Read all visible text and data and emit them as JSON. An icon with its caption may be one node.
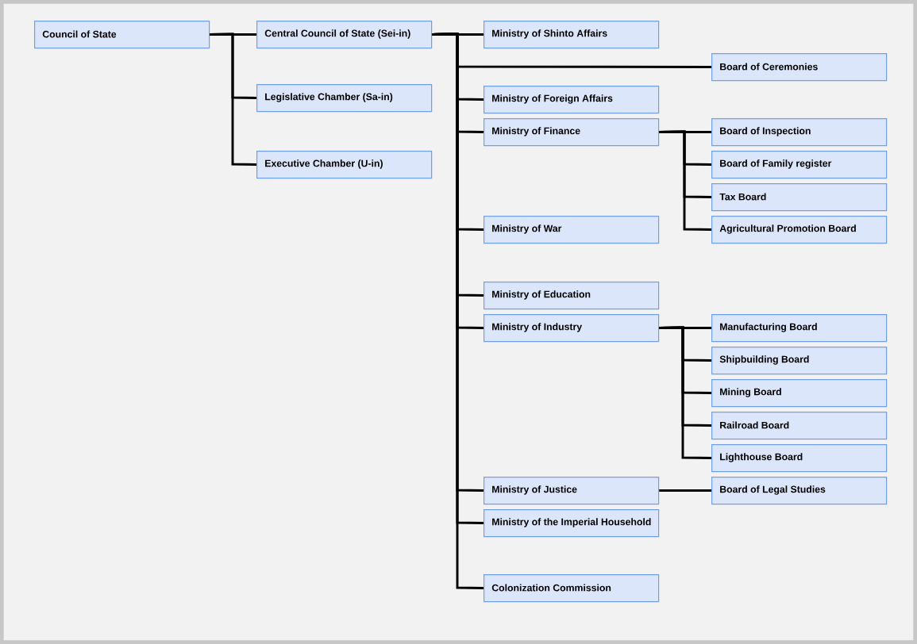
{
  "diagram": {
    "nodes": [
      {
        "text": [
          "Council of State"
        ]
      },
      {
        "text": [
          "Central Council of State (Sei-in)"
        ]
      },
      {
        "text": [
          "Legislative Chamber (Sa-in)"
        ]
      },
      {
        "text": [
          "Executive Chamber (U-in)"
        ]
      },
      {
        "text": [
          "Ministry of Shinto Affairs"
        ]
      },
      {
        "text": [
          "Board of Ceremonies"
        ]
      },
      {
        "text": [
          "Ministry of Foreign Affairs"
        ]
      },
      {
        "text": [
          "Ministry of Finance"
        ]
      },
      {
        "text": [
          "Board of Inspection"
        ]
      },
      {
        "text": [
          "Board of Family register"
        ]
      },
      {
        "text": [
          "Tax Board"
        ]
      },
      {
        "text": [
          "Agricultural Promotion Board"
        ]
      },
      {
        "text": [
          "Ministry of War"
        ]
      },
      {
        "text": [
          "Ministry of Education"
        ]
      },
      {
        "text": [
          "Ministry of Industry"
        ]
      },
      {
        "text": [
          "Manufacturing Board"
        ]
      },
      {
        "text": [
          "Shipbuilding Board"
        ]
      },
      {
        "text": [
          "Mining Board"
        ]
      },
      {
        "text": [
          "Railroad Board"
        ]
      },
      {
        "text": [
          "Lighthouse Board"
        ]
      },
      {
        "text": [
          "Ministry of Justice"
        ]
      },
      {
        "text": [
          "Board of Legal Studies"
        ]
      },
      {
        "text": [
          "Ministry of the Imperial Household"
        ]
      },
      {
        "text": [
          "Colonization Commission"
        ]
      }
    ],
    "edges": [
      {
        "from": 0,
        "to": 1,
        "arrow": "none"
      },
      {
        "from": 0,
        "to": 2,
        "arrow": "none"
      },
      {
        "from": 0,
        "to": 3,
        "arrow": "none"
      },
      {
        "from": 1,
        "to": 4,
        "arrow": "none"
      },
      {
        "from": 1,
        "to": 5,
        "arrow": "none"
      },
      {
        "from": 1,
        "to": 6,
        "arrow": "none"
      },
      {
        "from": 1,
        "to": 7,
        "arrow": "none"
      },
      {
        "from": 1,
        "to": 12,
        "arrow": "none"
      },
      {
        "from": 1,
        "to": 13,
        "arrow": "none"
      },
      {
        "from": 1,
        "to": 14,
        "arrow": "none"
      },
      {
        "from": 1,
        "to": 20,
        "arrow": "none"
      },
      {
        "from": 1,
        "to": 22,
        "arrow": "none"
      },
      {
        "from": 1,
        "to": 23,
        "arrow": "none"
      },
      {
        "from": 7,
        "to": 8,
        "arrow": "none"
      },
      {
        "from": 7,
        "to": 9,
        "arrow": "none"
      },
      {
        "from": 7,
        "to": 10,
        "arrow": "none"
      },
      {
        "from": 7,
        "to": 11,
        "arrow": "none"
      },
      {
        "from": 14,
        "to": 15,
        "arrow": "none"
      },
      {
        "from": 14,
        "to": 16,
        "arrow": "none"
      },
      {
        "from": 14,
        "to": 17,
        "arrow": "none"
      },
      {
        "from": 14,
        "to": 18,
        "arrow": "none"
      },
      {
        "from": 14,
        "to": 19,
        "arrow": "none"
      },
      {
        "from": 20,
        "to": 21,
        "arrow": "none"
      }
    ]
  }
}
